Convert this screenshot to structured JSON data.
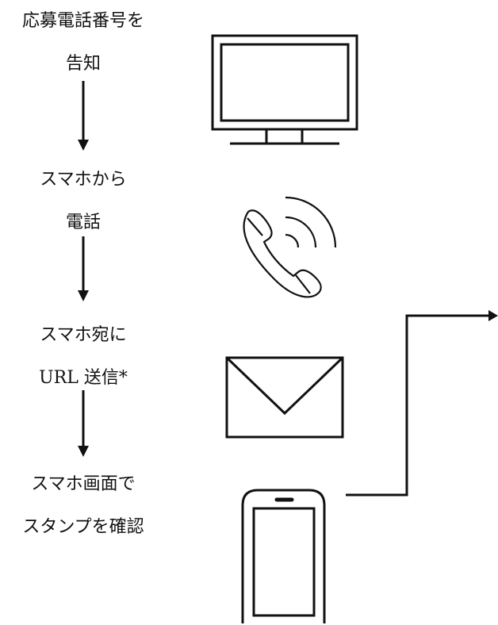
{
  "steps": [
    {
      "line1": "応募電話番号を",
      "line2": "告知",
      "icon": "monitor-icon"
    },
    {
      "line1": "スマホから",
      "line2": "電話",
      "icon": "phone-call-icon"
    },
    {
      "line1": "スマホ宛に",
      "line2": "URL 送信*",
      "icon": "envelope-icon"
    },
    {
      "line1": "スマホ画面で",
      "line2": "スタンプを確認",
      "icon": "smartphone-icon"
    }
  ],
  "colors": {
    "line": "#111111",
    "background": "#ffffff"
  }
}
